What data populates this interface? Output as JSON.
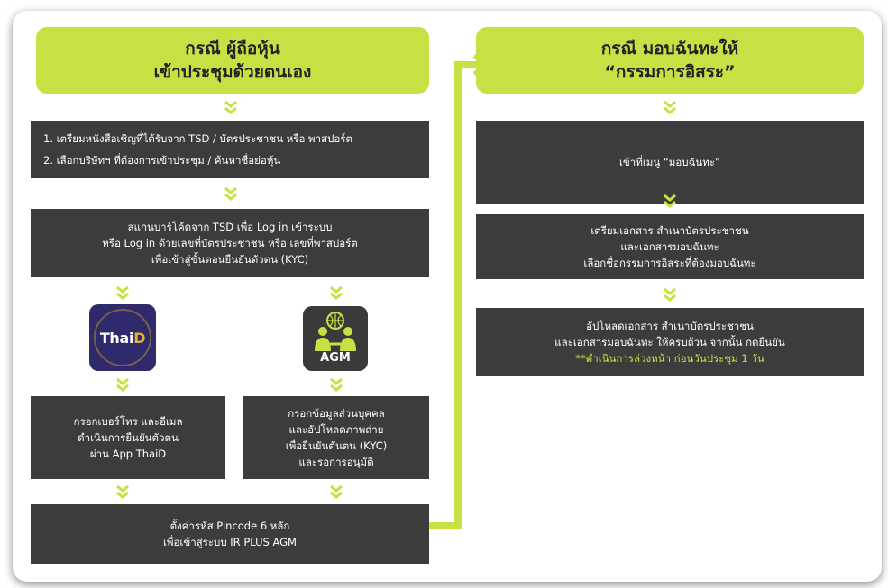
{
  "left_header": {
    "line1": "กรณี ผู้ถือหุ้น",
    "line2": "เข้าประชุมด้วยตนเอง"
  },
  "right_header": {
    "line1": "กรณี มอบฉันทะให้",
    "line2": "“กรรมการอิสระ”"
  },
  "left_steps": {
    "step1_line1": "1. เตรียมหนังสือเชิญที่ได้รับจาก TSD / บัตรประชาชน หรือ พาสปอร์ต",
    "step1_line2": "2. เลือกบริษัทฯ ที่ต้องการเข้าประชุม / ค้นหาชื่อย่อหุ้น",
    "step2_line1": "สแกนบาร์โค้ดจาก TSD เพื่อ Log in เข้าระบบ",
    "step2_line2": "หรือ Log in ด้วยเลขที่บัตรประชาชน หรือ เลขที่พาสปอร์ต",
    "step2_line3": "เพื่อเข้าสู่ขั้นตอนยืนยันตัวตน (KYC)",
    "thaid_line1": "กรอกเบอร์โทร และอีเมล",
    "thaid_line2": "ดำเนินการยืนยันตัวตน",
    "thaid_line3": "ผ่าน App ThaiD",
    "agm_line1": "กรอกข้อมูลส่วนบุคคล",
    "agm_line2": "และอัปโหลดภาพถ่าย",
    "agm_line3": "เพื่อยืนยันตันตน (KYC)",
    "agm_line4": "และรอการอนุมัติ",
    "final_line1": "ตั้งค่ารหัส Pincode 6 หลัก",
    "final_line2": "เพื่อเข้าสู่ระบบ IR PLUS AGM"
  },
  "logos": {
    "thaid_a": "Thai",
    "thaid_b": "D",
    "agm": "AGM"
  },
  "right_steps": {
    "step1": "เข้าที่เมนู “มอบฉันทะ”",
    "step2_line1": "เตรียมเอกสาร สำเนาบัตรประชาชน",
    "step2_line2": "และเอกสารมอบฉันทะ",
    "step2_line3": "เลือกชื่อกรรมการอิสระที่ต้องมอบฉันทะ",
    "step3_line1": "อัปโหลดเอกสาร สำเนาบัตรประชาชน",
    "step3_line2": "และเอกสารมอบฉันทะ ให้ครบถ้วน จากนั้น กดยืนยัน",
    "step3_note": "**ดำเนินการล่วงหน้า ก่อนวันประชุม 1 วัน"
  },
  "colors": {
    "accent": "#c6e143",
    "box": "#3c3c3c",
    "text_on_dark": "#ffffff"
  }
}
